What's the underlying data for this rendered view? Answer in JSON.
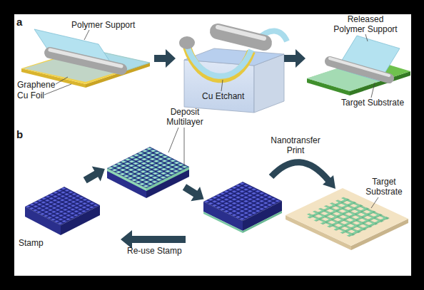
{
  "diagram": {
    "labels": [
      "a",
      "Polymer Support",
      "Graphene",
      "Cu Foil",
      "Cu Etchant",
      "Released Polymer Support",
      "Target Substrate",
      "b",
      "Deposit Multilayer",
      "Nanotransfer Print",
      "Target Substrate",
      "Stamp",
      "Re-use Stamp"
    ]
  }
}
